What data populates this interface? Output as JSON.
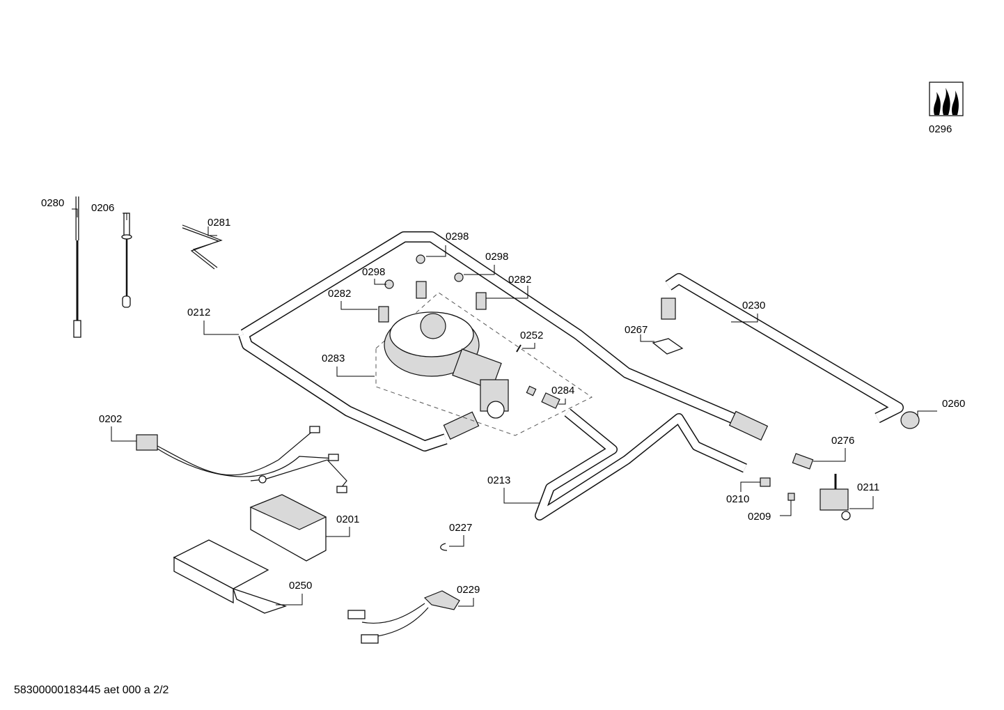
{
  "diagram": {
    "parts": [
      {
        "id": "0280",
        "kind": "thermocouple"
      },
      {
        "id": "0206",
        "kind": "ignition-electrode"
      },
      {
        "id": "0281",
        "kind": "clip"
      },
      {
        "id": "0298",
        "kind": "screw"
      },
      {
        "id": "0298",
        "kind": "screw"
      },
      {
        "id": "0298",
        "kind": "screw"
      },
      {
        "id": "0282",
        "kind": "spring"
      },
      {
        "id": "0282",
        "kind": "spring"
      },
      {
        "id": "0212",
        "kind": "gas-pipe"
      },
      {
        "id": "0283",
        "kind": "valve-assembly"
      },
      {
        "id": "0252",
        "kind": "screw"
      },
      {
        "id": "0284",
        "kind": "injector"
      },
      {
        "id": "0230",
        "kind": "gas-pipe"
      },
      {
        "id": "0267",
        "kind": "gasket"
      },
      {
        "id": "0260",
        "kind": "nut"
      },
      {
        "id": "0276",
        "kind": "connector"
      },
      {
        "id": "0202",
        "kind": "wiring"
      },
      {
        "id": "0213",
        "kind": "gas-pipe"
      },
      {
        "id": "0210",
        "kind": "fitting"
      },
      {
        "id": "0209",
        "kind": "nozzle"
      },
      {
        "id": "0211",
        "kind": "valve"
      },
      {
        "id": "0201",
        "kind": "ignition-module"
      },
      {
        "id": "0227",
        "kind": "clip"
      },
      {
        "id": "0250",
        "kind": "bracket"
      },
      {
        "id": "0229",
        "kind": "switch"
      },
      {
        "id": "0296",
        "kind": "gas-symbol"
      }
    ]
  },
  "footer": {
    "doc_number": "58300000183445 aet 000 a 2/2"
  }
}
